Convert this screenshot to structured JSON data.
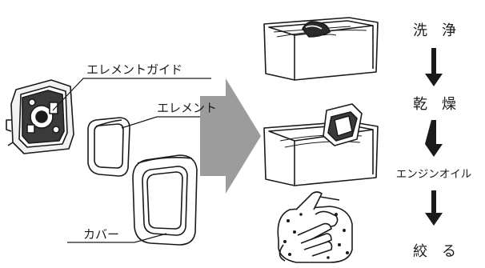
{
  "parts": {
    "element_guide": "エレメントガイド",
    "element": "エレメント",
    "cover": "カバー"
  },
  "steps": [
    {
      "label": "洗　浄"
    },
    {
      "label": "乾　燥"
    },
    {
      "label": "エンジンオイル"
    },
    {
      "label": "絞　る"
    }
  ],
  "icons": {
    "step_arrow": "down-arrow-icon",
    "flow_arrow": "right-block-arrow"
  },
  "colors": {
    "line": "#1a1a1a",
    "flow_arrow": "#9c9c9c",
    "step_arrow": "#1a1a1a"
  }
}
